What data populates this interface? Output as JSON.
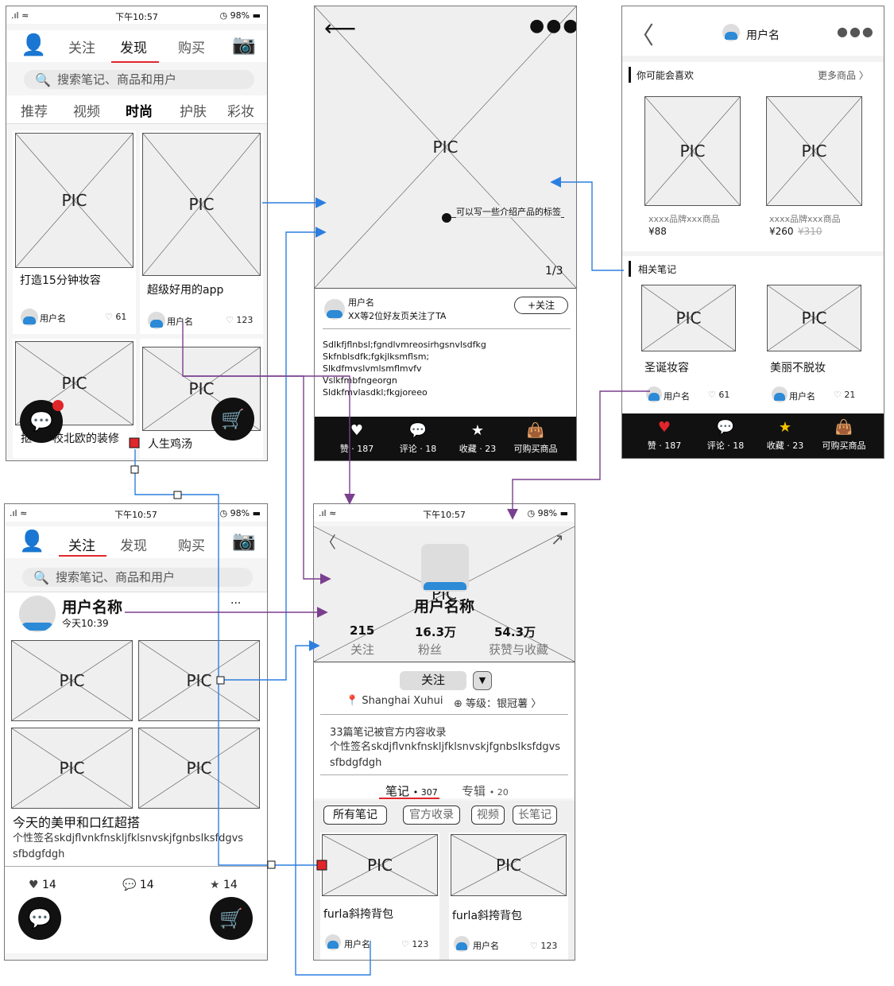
{
  "status": {
    "signal": "",
    "time": "下午10:57",
    "battery": "98%"
  },
  "pic_label": "PIC",
  "icons": {
    "user": "user-icon",
    "camera": "camera-icon",
    "search": "search-icon",
    "chat": "chat-bubble-icon",
    "cart": "cart-icon",
    "back": "back-arrow-icon",
    "more": "more-dots-icon",
    "heart": "heart-icon",
    "star": "star-icon",
    "share": "share-icon",
    "location": "location-pin-icon",
    "level": "level-badge-icon"
  },
  "colors": {
    "accent": "#e1262b",
    "link_blue": "#2c7fe0",
    "link_purple": "#7a3f8f",
    "bar": "#111111",
    "avatar": "#2c8ad6"
  },
  "discover": {
    "tabs": [
      "关注",
      "发现",
      "购买"
    ],
    "search_placeholder": "搜索笔记、商品和用户",
    "categories": [
      "推荐",
      "视频",
      "时尚",
      "护肤",
      "彩妆"
    ],
    "cards": [
      {
        "title": "打造15分钟妆容",
        "user": "用户名",
        "likes": "61"
      },
      {
        "title": "超级好用的app",
        "user": "用户名",
        "likes": "123"
      },
      {
        "title": "抠",
        "title2": "校北欧的装修"
      },
      {
        "title": "人生鸡汤"
      }
    ]
  },
  "note_detail": {
    "tag_text": "可以写一些介绍产品的标签",
    "page": "1/3",
    "user": "用户名",
    "follow_info": "XX等2位好友页关注了TA",
    "follow_button": "+关注",
    "body": [
      "Sdlkfjflnbsl;fgndlvmreosirhgsnvlsdfkg",
      "Skfnblsdfk;fgkjlksmflsm;",
      "Slkdfmvslvmlsmflmvfv",
      "Vslkfmbfngeorgn",
      "Sldkfmvlasdkl;fkgjoreeo"
    ],
    "bottom": [
      "赞 · 187",
      "评论 · 18",
      "收藏 · 23",
      "可购买商品"
    ]
  },
  "product_page": {
    "user": "用户名",
    "recommend_title": "你可能会喜欢",
    "more_products": "更多商品",
    "products": [
      {
        "name": "xxxx品牌xxx商品",
        "price": "¥88"
      },
      {
        "name": "xxxx品牌xxx商品",
        "price": "¥260",
        "old_price": "¥310"
      }
    ],
    "related_title": "相关笔记",
    "related": [
      {
        "title": "圣诞妆容",
        "user": "用户名",
        "likes": "61"
      },
      {
        "title": "美丽不脱妆",
        "user": "用户名",
        "likes": "21"
      }
    ],
    "bottom": [
      "赞 · 187",
      "评论 · 18",
      "收藏 · 23",
      "可购买商品"
    ]
  },
  "follow_feed": {
    "tabs": [
      "关注",
      "发现",
      "购买"
    ],
    "search_placeholder": "搜索笔记、商品和用户",
    "user_name": "用户名称",
    "post_time": "今天10:39",
    "more": "···",
    "post_title": "今天的美甲和口红超搭",
    "post_desc": "个性签名skdjflvnkfnskljfklsnvskjfgnbslksfdgvs sfbdgfdgh",
    "stats": [
      "14",
      "14",
      "14"
    ]
  },
  "profile": {
    "user_name": "用户名称",
    "stats": [
      {
        "value": "215",
        "label": "关注"
      },
      {
        "value": "16.3万",
        "label": "粉丝"
      },
      {
        "value": "54.3万",
        "label": "获赞与收藏"
      }
    ],
    "follow_button": "关注",
    "location": "Shanghai Xuhui",
    "level_label": "等级：",
    "level": "银冠薯",
    "collected": "33篇笔记被官方内容收录",
    "signature": "个性签名skdjflvnkfnskljfklsnvskjfgnbslksfdgvs sfbdgfdgh",
    "tabs": [
      {
        "label": "笔记",
        "count": "307"
      },
      {
        "label": "专辑",
        "count": "20"
      }
    ],
    "filters": [
      "所有笔记",
      "官方收录",
      "视频",
      "长笔记"
    ],
    "notes": [
      {
        "title": "furla斜挎背包",
        "user": "用户名",
        "likes": "123"
      },
      {
        "title": "furla斜挎背包",
        "user": "用户名",
        "likes": "123"
      }
    ]
  }
}
